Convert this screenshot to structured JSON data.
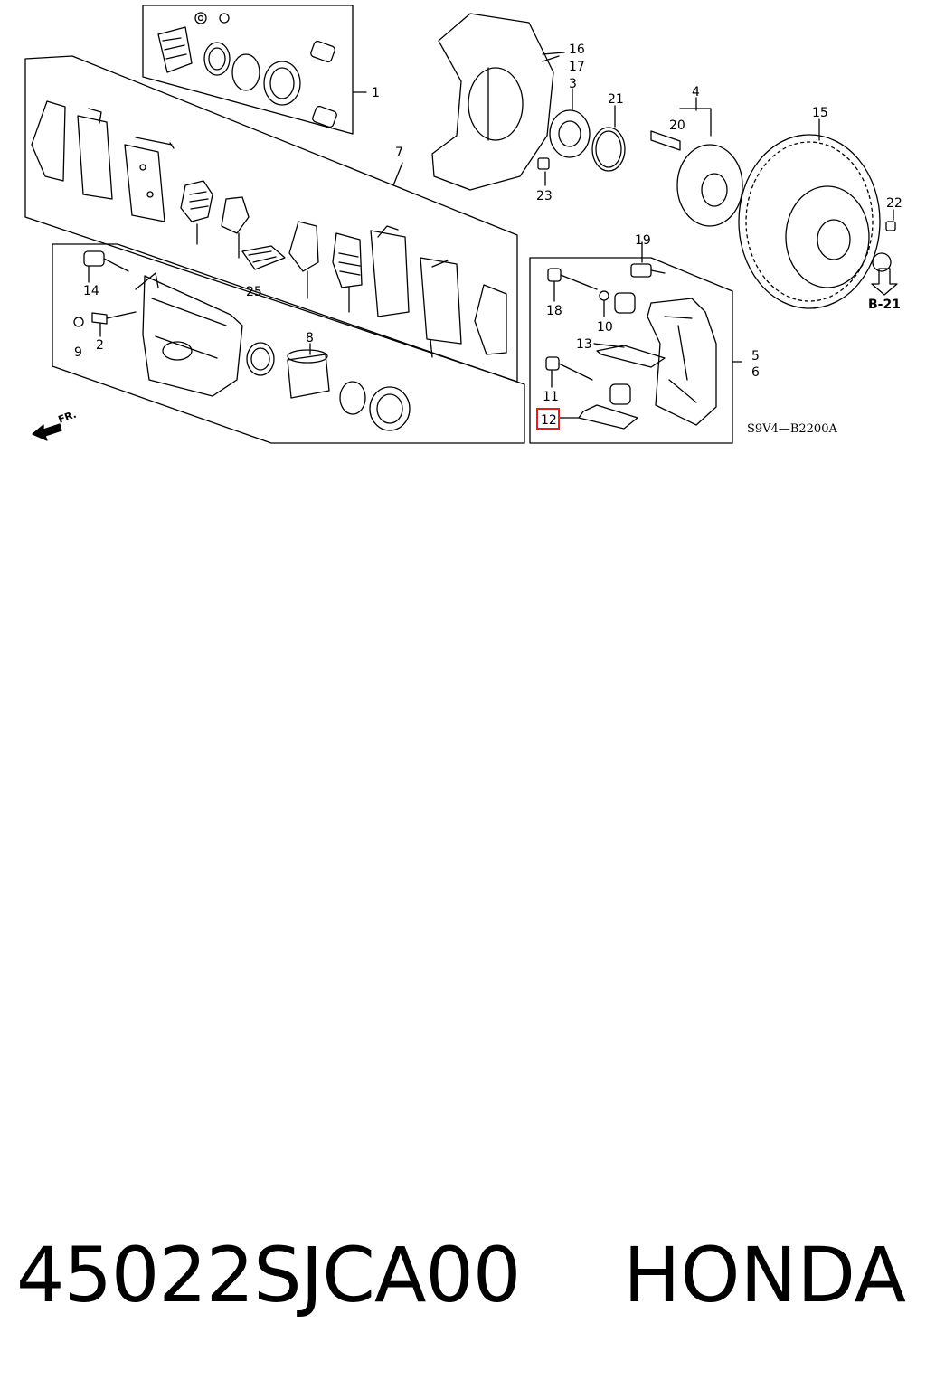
{
  "diagram": {
    "drawing_code": "S9V4—B2200A",
    "direction_label": "FR.",
    "reference_label": "B-21",
    "highlighted_callout": "12",
    "callouts": {
      "c1": "1",
      "c2": "2",
      "c3": "3",
      "c4": "4",
      "c5": "5",
      "c6": "6",
      "c7": "7",
      "c8": "8",
      "c9": "9",
      "c10": "10",
      "c11": "11",
      "c12": "12",
      "c13": "13",
      "c14": "14",
      "c15": "15",
      "c16": "16",
      "c17": "17",
      "c18": "18",
      "c19": "19",
      "c20": "20",
      "c21": "21",
      "c22": "22",
      "c23": "23",
      "c25": "25"
    }
  },
  "caption": {
    "part_number": "45022SJCA00",
    "brand": "HONDA"
  }
}
